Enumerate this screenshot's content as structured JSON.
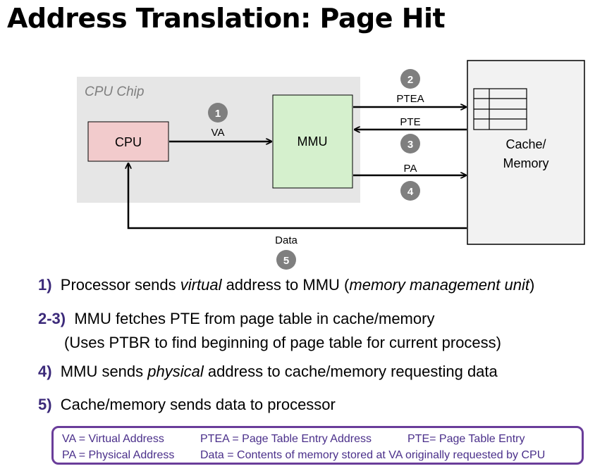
{
  "title": "Address Translation:  Page Hit",
  "diagram": {
    "chip_label": "CPU Chip",
    "cpu_label": "CPU",
    "mmu_label": "MMU",
    "memory_label_line1": "Cache/",
    "memory_label_line2": "Memory",
    "arrow_va": "VA",
    "arrow_ptea": "PTEA",
    "arrow_pte": "PTE",
    "arrow_pa": "PA",
    "arrow_data": "Data",
    "badges": [
      "1",
      "2",
      "3",
      "4",
      "5"
    ]
  },
  "steps": [
    {
      "num": "1)",
      "t1": "Processor sends ",
      "i1": "virtual",
      "t2": " address to MMU (",
      "i2": "memory management unit",
      "t3": ")"
    },
    {
      "num": "2-3)",
      "t1": "MMU fetches PTE from page table in cache/memory"
    },
    {
      "sub": "(Uses PTBR to find beginning of page table for current process)"
    },
    {
      "num": "4)",
      "t1": "MMU sends ",
      "i1": "physical",
      "t2": " address to cache/memory requesting data"
    },
    {
      "num": "5)",
      "t1": "Cache/memory sends data to processor"
    }
  ],
  "legend": {
    "va": "VA = Virtual Address",
    "ptea": "PTEA = Page Table Entry Address",
    "pte": "PTE= Page Table Entry",
    "pa": "PA = Physical Address",
    "data": "Data = Contents of memory stored at VA originally requested by CPU"
  },
  "colors": {
    "chip_bg": "#e6e6e6",
    "cpu_fill": "#f2cbcc",
    "mmu_fill": "#d5f0cd",
    "memory_fill": "#f2f2f2",
    "badge": "#7f7f7f",
    "step_number": "#3c2a7a",
    "legend_border": "#6a3d9a"
  }
}
